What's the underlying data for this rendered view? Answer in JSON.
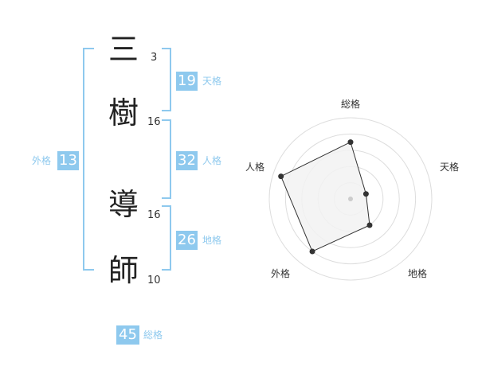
{
  "name": {
    "characters": [
      {
        "char": "三",
        "strokes": "3"
      },
      {
        "char": "樹",
        "strokes": "16"
      },
      {
        "char": "導",
        "strokes": "16"
      },
      {
        "char": "師",
        "strokes": "10"
      }
    ]
  },
  "fortunes": {
    "tenkaku": {
      "value": "19",
      "label": "天格"
    },
    "jinkaku": {
      "value": "32",
      "label": "人格"
    },
    "chikaku": {
      "value": "26",
      "label": "地格"
    },
    "gaikaku": {
      "value": "13",
      "label": "外格"
    },
    "soukaku": {
      "value": "45",
      "label": "総格"
    }
  },
  "radar": {
    "axes": [
      "総格",
      "天格",
      "地格",
      "外格",
      "人格"
    ],
    "levels": 5,
    "values": [
      3.5,
      1.0,
      2.0,
      4.0,
      4.5
    ],
    "max": 5,
    "colors": {
      "fill": "#f2f2f2",
      "stroke": "#333333",
      "grid": "#dddddd",
      "point": "#333333",
      "center": "#cccccc"
    }
  },
  "colors": {
    "accent": "#8ec9ee"
  }
}
